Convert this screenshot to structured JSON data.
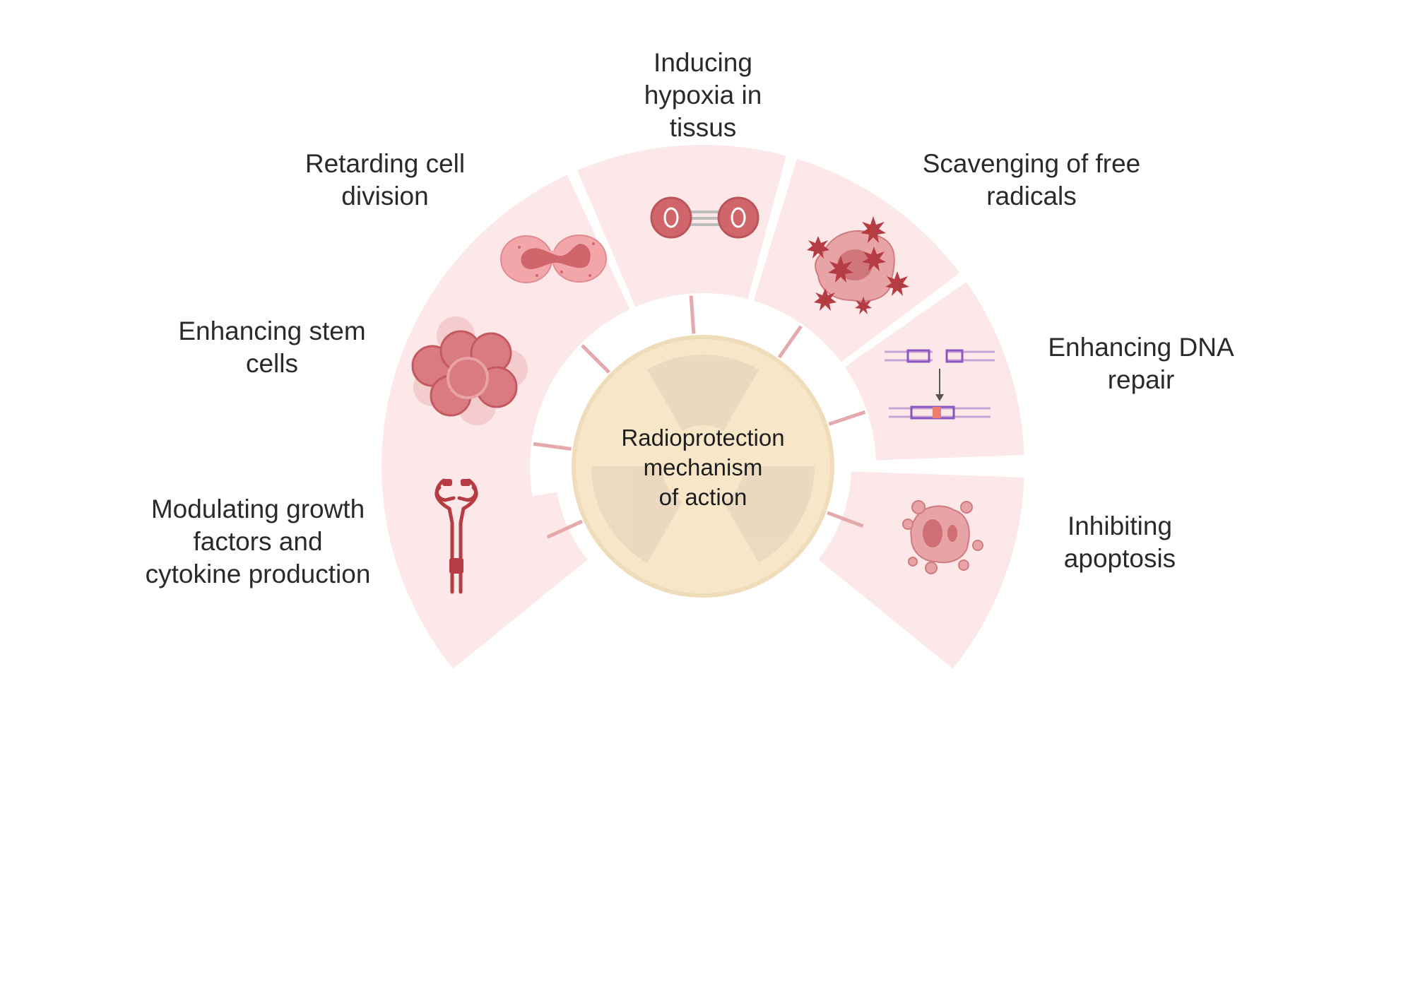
{
  "center": {
    "title": "Radioprotection\nmechanism\nof action"
  },
  "colors": {
    "segment": "#fce8e8",
    "connector": "#e5a8ab",
    "hub": "#f7e6c8",
    "hub_rim": "#efdcb9",
    "trefoil": "#e9d8c0",
    "icon": "#d86f73",
    "icon_dark": "#b53c42"
  },
  "mechanisms": [
    {
      "id": "growth-factors",
      "label": "Modulating growth\nfactors and\ncytokine production",
      "icon": "receptor-icon"
    },
    {
      "id": "stem-cells",
      "label": "Enhancing stem\ncells",
      "icon": "cell-cluster-icon"
    },
    {
      "id": "cell-division",
      "label": "Retarding cell\ndivision",
      "icon": "dividing-cell-icon"
    },
    {
      "id": "hypoxia",
      "label": "Inducing\nhypoxia in\ntissus",
      "icon": "oxygen-molecule-icon"
    },
    {
      "id": "free-radicals",
      "label": "Scavenging of free\nradicals",
      "icon": "free-radical-cell-icon"
    },
    {
      "id": "dna-repair",
      "label": "Enhancing DNA\nrepair",
      "icon": "dna-repair-icon"
    },
    {
      "id": "apoptosis",
      "label": "Inhibiting\napoptosis",
      "icon": "apoptotic-cell-icon"
    }
  ]
}
